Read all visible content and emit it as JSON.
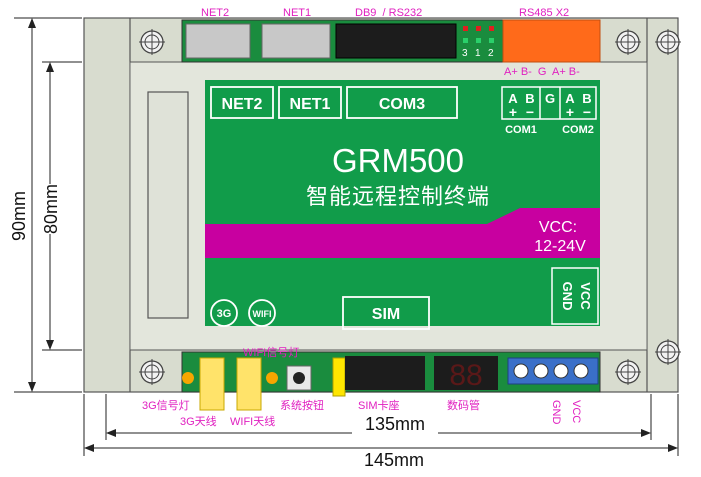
{
  "top_connectors": {
    "net2": "NET2",
    "net1": "NET1",
    "db9": "DB9  / RS232",
    "rs485": "RS485 X2",
    "led_labels": [
      "3",
      "1",
      "2"
    ],
    "rs485_pins": "A+ B-  G  A+ B-"
  },
  "panel": {
    "net2": "NET2",
    "net1": "NET1",
    "com3": "COM3",
    "terminal_a": "A",
    "terminal_b": "B",
    "terminal_g": "G",
    "terminal_plus": "+",
    "terminal_minus": "−",
    "com1": "COM1",
    "com2": "COM2",
    "model": "GRM500",
    "subtitle": "智能远程控制终端",
    "vcc_line1": "VCC:",
    "vcc_line2": "12-24V",
    "sim": "SIM",
    "icon_3g": "3G",
    "icon_wifi": "WIFI",
    "power_vcc": "VCC",
    "power_gnd": "GND"
  },
  "bottom_labels": {
    "wifi_led": "WIFI信号灯",
    "led_3g": "3G信号灯",
    "antenna_3g": "3G天线",
    "antenna_wifi": "WIFI天线",
    "system_button": "系统按钮",
    "sim_socket": "SIM卡座",
    "display": "数码管",
    "gnd": "GND",
    "vcc": "VCC"
  },
  "dimensions": {
    "height_outer": "90mm",
    "height_inner": "80mm",
    "width_inner": "135mm",
    "width_outer": "145mm"
  },
  "colors": {
    "panel_green": "#119c4a",
    "magenta": "#c800a0",
    "label_pink": "#e020c0",
    "rj45_gray": "#c8c8c8",
    "orange_terminal": "#ff6a1a",
    "display_red": "#e02020",
    "terminal_blue": "#3a6fc8"
  }
}
